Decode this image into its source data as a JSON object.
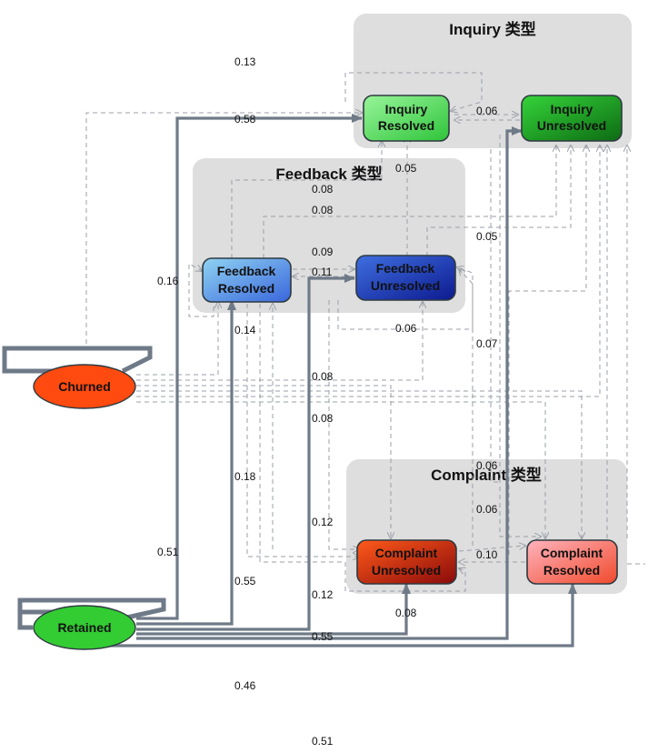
{
  "clusters": {
    "inquiry": {
      "title": "Inquiry 类型"
    },
    "feedback": {
      "title": "Feedback 类型"
    },
    "complaint": {
      "title": "Complaint 类型"
    }
  },
  "nodes": {
    "inquiry_resolved": {
      "line1": "Inquiry",
      "line2": "Resolved"
    },
    "inquiry_unresolved": {
      "line1": "Inquiry",
      "line2": "Unresolved"
    },
    "feedback_resolved": {
      "line1": "Feedback",
      "line2": "Resolved"
    },
    "feedback_unresolved": {
      "line1": "Feedback",
      "line2": "Unresolved"
    },
    "complaint_unresolved": {
      "line1": "Complaint",
      "line2": "Unresolved"
    },
    "complaint_resolved": {
      "line1": "Complaint",
      "line2": "Resolved"
    },
    "churned": {
      "label": "Churned"
    },
    "retained": {
      "label": "Retained"
    }
  },
  "edge_labels": {
    "l013": "0.13",
    "l058": "0.58",
    "l006a": "0.06",
    "l005a": "0.05",
    "l008a": "0.08",
    "l008b": "0.08",
    "l005b": "0.05",
    "l009": "0.09",
    "l011": "0.11",
    "l016": "0.16",
    "l014": "0.14",
    "l006b": "0.06",
    "l007": "0.07",
    "l008c": "0.08",
    "l008d": "0.08",
    "l006c": "0.06",
    "l018": "0.18",
    "l006d": "0.06",
    "l012a": "0.12",
    "l010": "0.10",
    "l051a": "0.51",
    "l055a": "0.55",
    "l012b": "0.12",
    "l008e": "0.08",
    "l055b": "0.55",
    "l046": "0.46",
    "l051b": "0.51"
  }
}
